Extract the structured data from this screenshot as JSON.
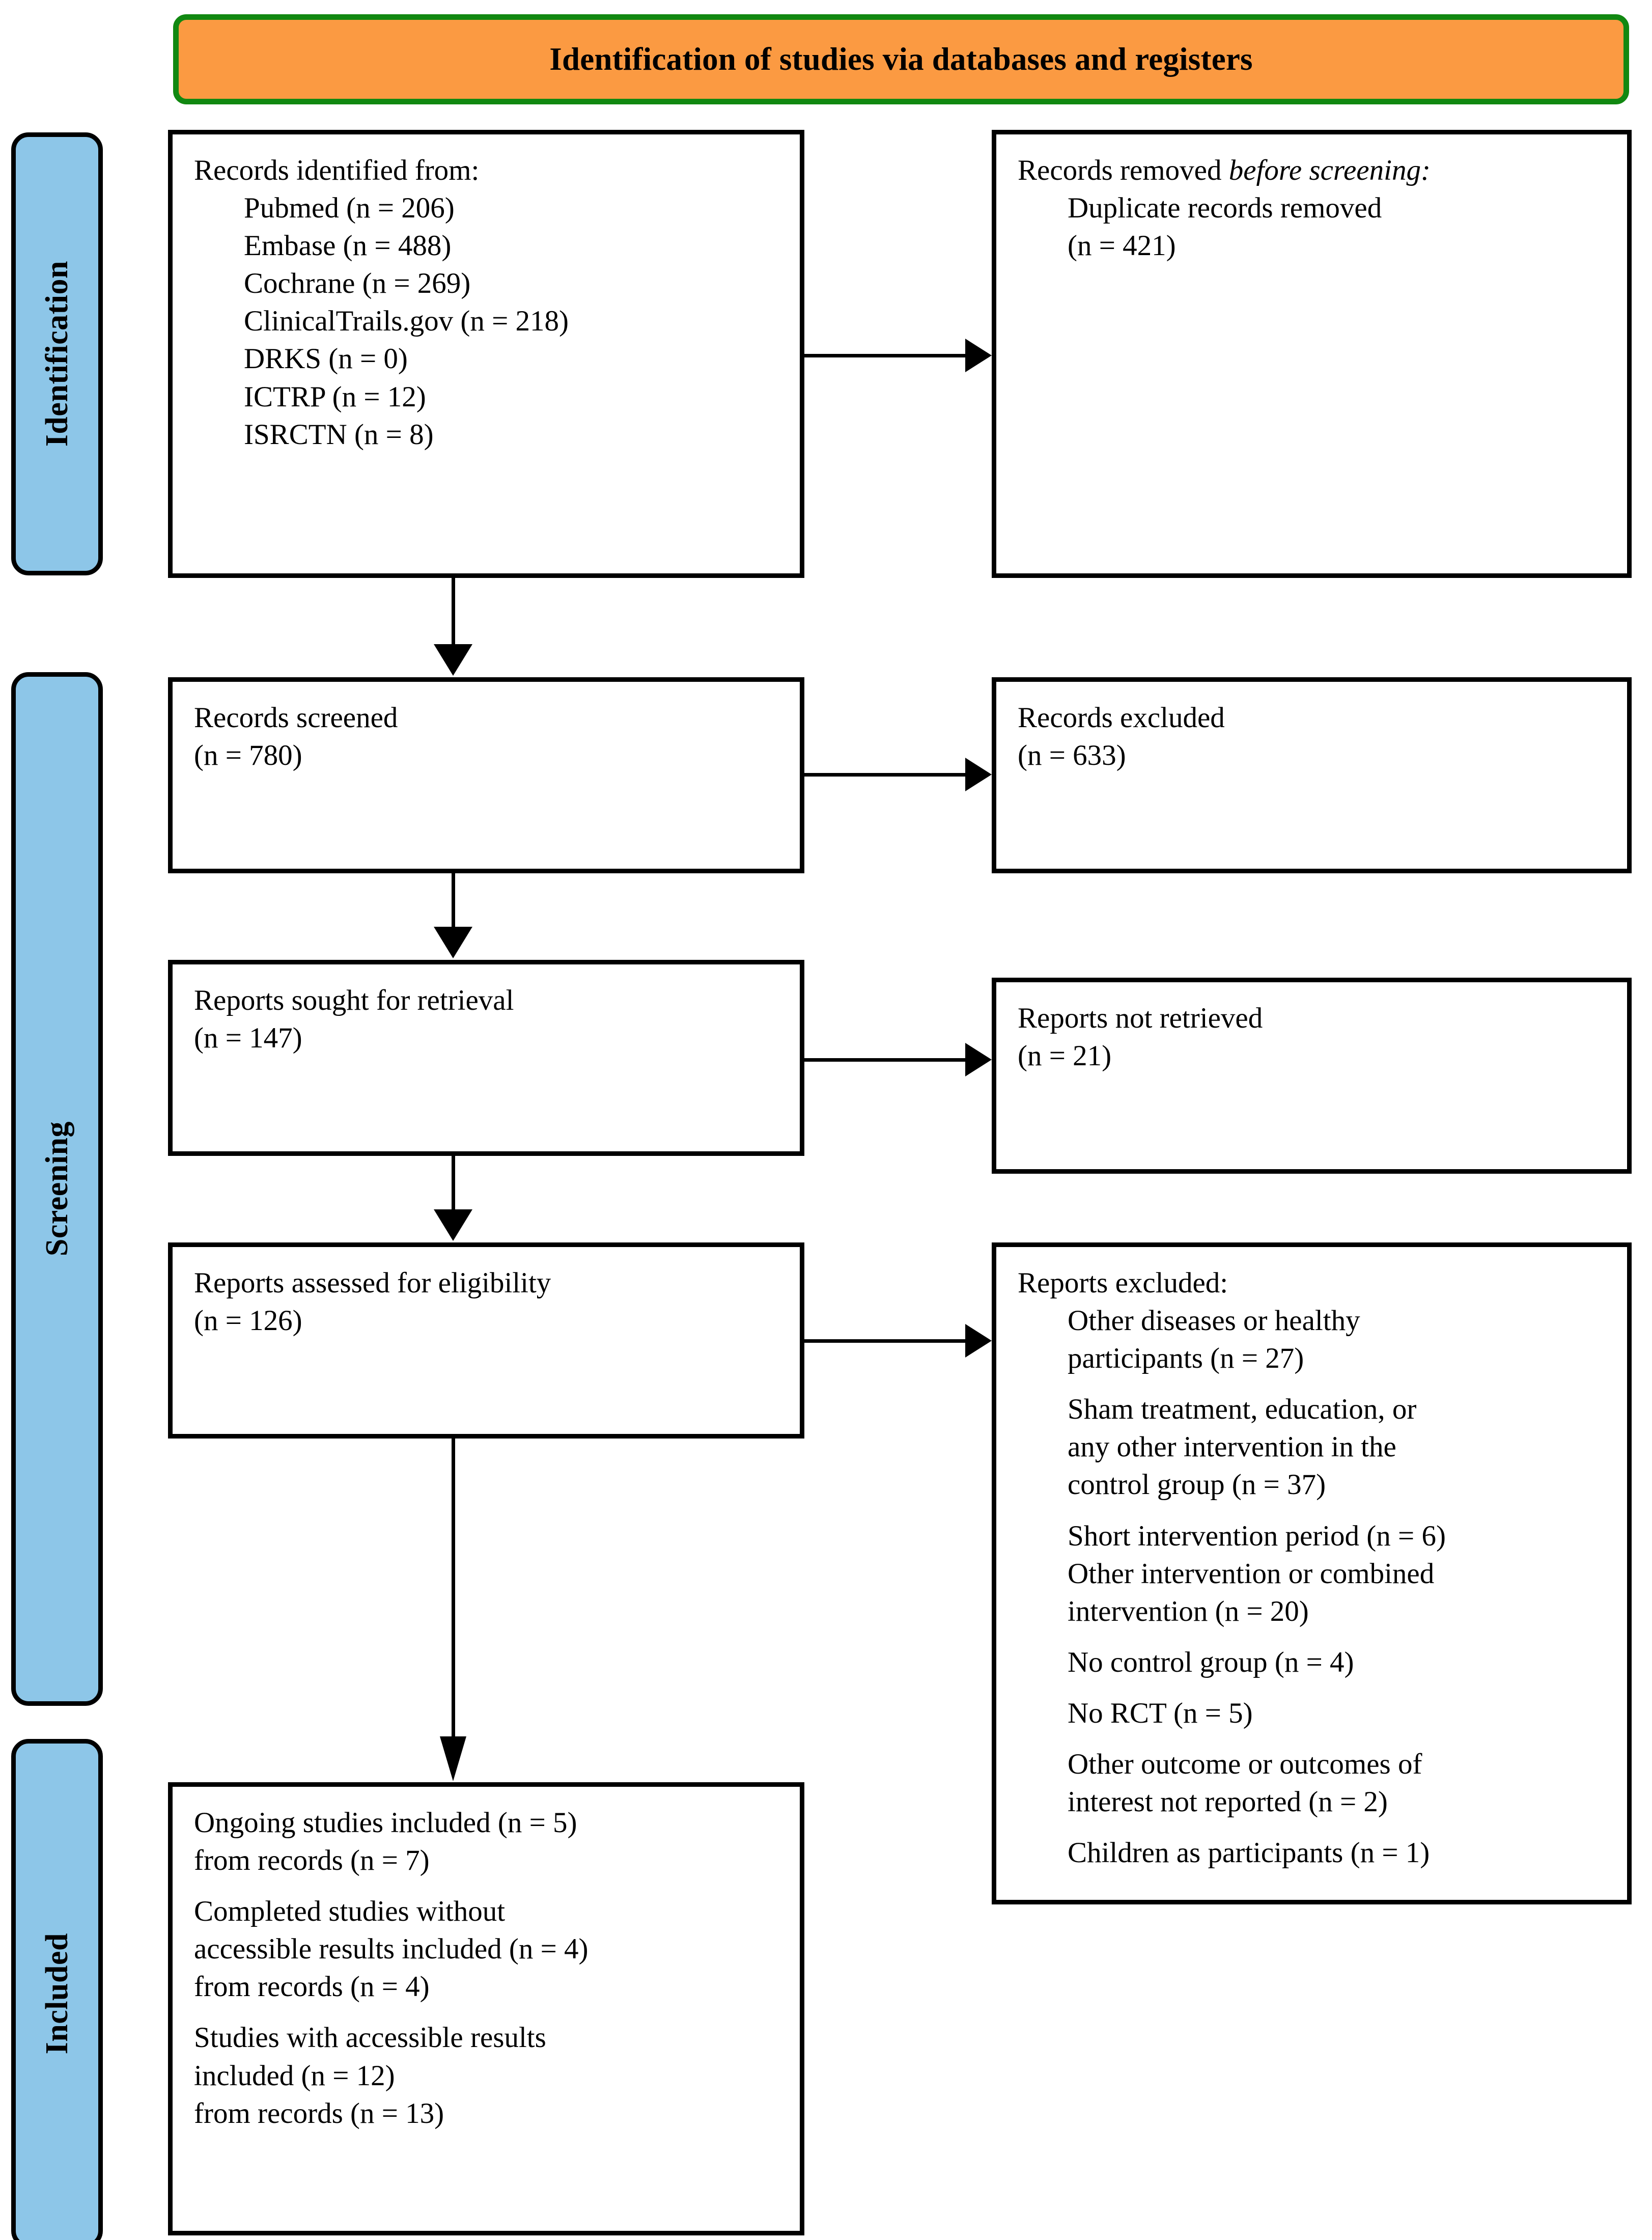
{
  "banner": {
    "title": "Identification of studies via databases and registers",
    "background": "#FB9A42",
    "border_color": "#118811"
  },
  "phases": {
    "identification": "Identification",
    "screening": "Screening",
    "included": "Included",
    "background": "#8DC6E8"
  },
  "boxes": {
    "identified": {
      "lines": [
        "Records identified from:",
        "Pubmed (n = 206)",
        "Embase (n = 488)",
        "Cochrane (n = 269)",
        "ClinicalTrails.gov (n = 218)",
        "DRKS (n = 0)",
        "ICTRP (n = 12)",
        "ISRCTN (n = 8)"
      ]
    },
    "removed": {
      "head_plain": "Records removed ",
      "head_italic": "before screening",
      "head_colon": ":",
      "item": "Duplicate records removed",
      "item_count": "(n = 421)"
    },
    "screened": {
      "label": "Records screened",
      "count": "(n = 780)"
    },
    "excluded": {
      "label": "Records excluded",
      "count": "(n = 633)"
    },
    "sought": {
      "label": "Reports sought for retrieval",
      "count": "(n = 147)"
    },
    "not_retrieved": {
      "label": "Reports not retrieved",
      "count": "(n = 21)"
    },
    "assessed": {
      "label": "Reports assessed for eligibility",
      "count": "(n = 126)"
    },
    "reports_excluded": {
      "heading": "Reports excluded:",
      "items": [
        "Other diseases or healthy\nparticipants (n = 27)",
        "Sham treatment, education, or\nany other intervention in the\ncontrol group (n = 37)",
        "Short intervention period (n = 6)",
        "Other intervention or combined\nintervention (n = 20)",
        "No control group (n = 4)",
        "No RCT (n = 5)",
        "Other outcome or outcomes of\ninterest not reported (n = 2)",
        "Children as participants (n = 1)"
      ]
    },
    "included": {
      "lines": [
        "Ongoing studies included (n = 5)\nfrom records (n = 7)",
        "Completed studies without\naccessible results included (n = 4)\nfrom records (n = 4)",
        "Studies with accessible results\nincluded (n = 12)\nfrom records (n = 13)"
      ]
    }
  },
  "chart_data": {
    "type": "diagram",
    "title": "Identification of studies via databases and registers",
    "nodes": [
      {
        "id": "identified",
        "phase": "Identification",
        "label": "Records identified from",
        "sources": [
          {
            "name": "Pubmed",
            "n": 206
          },
          {
            "name": "Embase",
            "n": 488
          },
          {
            "name": "Cochrane",
            "n": 269
          },
          {
            "name": "ClinicalTrails.gov",
            "n": 218
          },
          {
            "name": "DRKS",
            "n": 0
          },
          {
            "name": "ICTRP",
            "n": 12
          },
          {
            "name": "ISRCTN",
            "n": 8
          }
        ]
      },
      {
        "id": "removed",
        "phase": "Identification",
        "label": "Records removed before screening: Duplicate records removed",
        "n": 421
      },
      {
        "id": "screened",
        "phase": "Screening",
        "label": "Records screened",
        "n": 780
      },
      {
        "id": "excluded",
        "phase": "Screening",
        "label": "Records excluded",
        "n": 633
      },
      {
        "id": "sought",
        "phase": "Screening",
        "label": "Reports sought for retrieval",
        "n": 147
      },
      {
        "id": "not_retrieved",
        "phase": "Screening",
        "label": "Reports not retrieved",
        "n": 21
      },
      {
        "id": "assessed",
        "phase": "Screening",
        "label": "Reports assessed for eligibility",
        "n": 126
      },
      {
        "id": "reports_excluded",
        "phase": "Screening",
        "label": "Reports excluded",
        "reasons": [
          {
            "reason": "Other diseases or healthy participants",
            "n": 27
          },
          {
            "reason": "Sham treatment, education, or any other intervention in the control group",
            "n": 37
          },
          {
            "reason": "Short intervention period",
            "n": 6
          },
          {
            "reason": "Other intervention or combined intervention",
            "n": 20
          },
          {
            "reason": "No control group",
            "n": 4
          },
          {
            "reason": "No RCT",
            "n": 5
          },
          {
            "reason": "Other outcome or outcomes of interest not reported",
            "n": 2
          },
          {
            "reason": "Children as participants",
            "n": 1
          }
        ]
      },
      {
        "id": "included",
        "phase": "Included",
        "results": [
          {
            "label": "Ongoing studies included",
            "n": 5,
            "from_records": 7
          },
          {
            "label": "Completed studies without accessible results included",
            "n": 4,
            "from_records": 4
          },
          {
            "label": "Studies with accessible results included",
            "n": 12,
            "from_records": 13
          }
        ]
      }
    ],
    "edges": [
      {
        "from": "identified",
        "to": "removed",
        "direction": "right"
      },
      {
        "from": "identified",
        "to": "screened",
        "direction": "down"
      },
      {
        "from": "screened",
        "to": "excluded",
        "direction": "right"
      },
      {
        "from": "screened",
        "to": "sought",
        "direction": "down"
      },
      {
        "from": "sought",
        "to": "not_retrieved",
        "direction": "right"
      },
      {
        "from": "sought",
        "to": "assessed",
        "direction": "down"
      },
      {
        "from": "assessed",
        "to": "reports_excluded",
        "direction": "right"
      },
      {
        "from": "assessed",
        "to": "included",
        "direction": "down"
      }
    ]
  }
}
